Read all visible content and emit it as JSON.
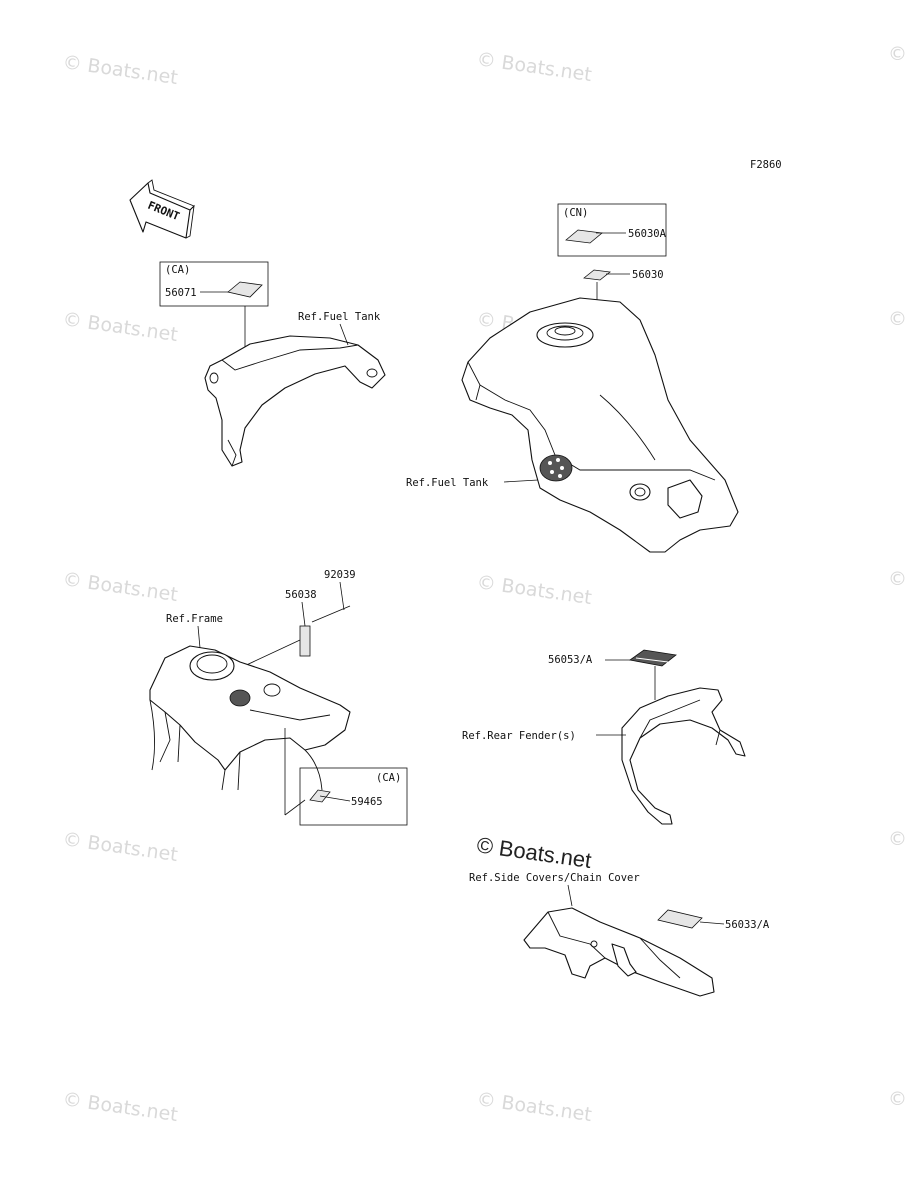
{
  "figure_code": "F2860",
  "front_arrow_label": "FRONT",
  "watermark_text": "© Boats.net",
  "labels": {
    "ca_top": "(CA)",
    "part_56071": "56071",
    "ref_fuel_tank_upper": "Ref.Fuel Tank",
    "cn": "(CN)",
    "part_56030a": "56030A",
    "part_56030": "56030",
    "ref_fuel_tank_lower": "Ref.Fuel Tank",
    "part_92039": "92039",
    "part_56038": "56038",
    "ref_frame": "Ref.Frame",
    "ca_bottom": "(CA)",
    "part_59465": "59465",
    "part_56053a": "56053/A",
    "ref_rear_fender": "Ref.Rear Fender(s)",
    "ref_side_covers": "Ref.Side Covers/Chain Cover",
    "part_56033a": "56033/A"
  }
}
